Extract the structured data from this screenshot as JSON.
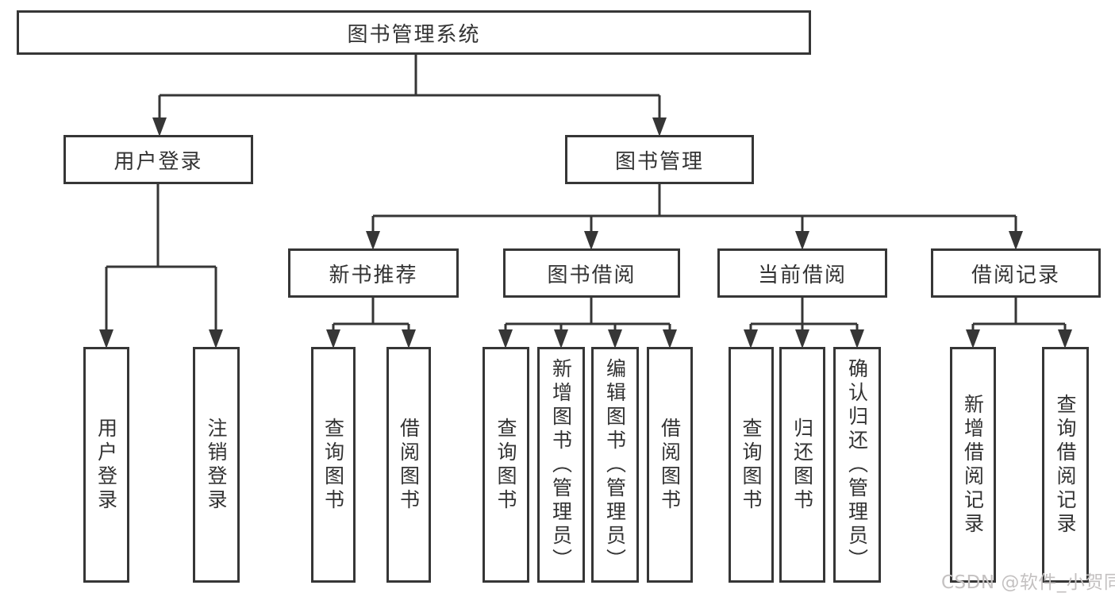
{
  "diagram": {
    "root_label": "图书管理系统",
    "user_login": {
      "label": "用户登录",
      "children": [
        {
          "label": "用户登录"
        },
        {
          "label": "注销登录"
        }
      ]
    },
    "book_mgmt": {
      "label": "图书管理",
      "sections": [
        {
          "label": "新书推荐",
          "children": [
            {
              "label": "查询图书"
            },
            {
              "label": "借阅图书"
            }
          ]
        },
        {
          "label": "图书借阅",
          "children": [
            {
              "label": "查询图书"
            },
            {
              "label": "新增图书（管理员）"
            },
            {
              "label": "编辑图书（管理员）"
            },
            {
              "label": "借阅图书"
            }
          ]
        },
        {
          "label": "当前借阅",
          "children": [
            {
              "label": "查询图书"
            },
            {
              "label": "归还图书"
            },
            {
              "label": "确认归还（管理员）"
            }
          ]
        },
        {
          "label": "借阅记录",
          "children": [
            {
              "label": "新增借阅记录"
            },
            {
              "label": "查询借阅记录"
            }
          ]
        }
      ]
    }
  },
  "watermark": "CSDN @软件_小贺同学",
  "colors": {
    "line": "#363636",
    "text": "#333333",
    "watermark": "#c4c1c1",
    "background": "#ffffff"
  }
}
